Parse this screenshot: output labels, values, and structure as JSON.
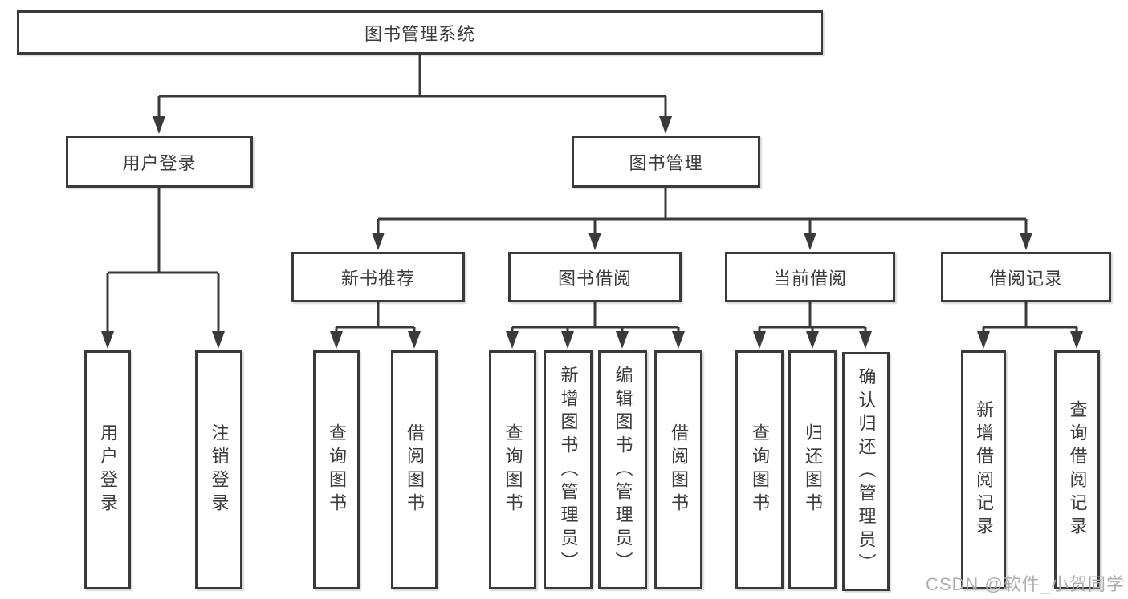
{
  "diagram": {
    "root": {
      "label": "图书管理系统"
    },
    "level2": {
      "user_login": {
        "label": "用户登录"
      },
      "book_mgmt": {
        "label": "图书管理"
      }
    },
    "level3": {
      "new_book": {
        "label": "新书推荐"
      },
      "borrow": {
        "label": "图书借阅"
      },
      "current": {
        "label": "当前借阅"
      },
      "records": {
        "label": "借阅记录"
      }
    },
    "leaves": {
      "login": {
        "label": "用户登录"
      },
      "logout": {
        "label": "注销登录"
      },
      "new_book_query": {
        "label": "查询图书"
      },
      "new_book_borrow": {
        "label": "借阅图书"
      },
      "borrow_query": {
        "label": "查询图书"
      },
      "borrow_add": {
        "label": "新增图书（管理员）"
      },
      "borrow_edit": {
        "label": "编辑图书（管理员）"
      },
      "borrow_do": {
        "label": "借阅图书"
      },
      "current_query": {
        "label": "查询图书"
      },
      "current_return": {
        "label": "归还图书"
      },
      "current_confirm": {
        "label": "确认归还（管理员）"
      },
      "records_add": {
        "label": "新增借阅记录"
      },
      "records_query": {
        "label": "查询借阅记录"
      }
    },
    "colors": {
      "line": "#3a3a3a",
      "text": "#3c3c3c",
      "box_background": "#ffffff"
    }
  },
  "watermark": {
    "text": "CSDN @软件_小贺同学"
  }
}
